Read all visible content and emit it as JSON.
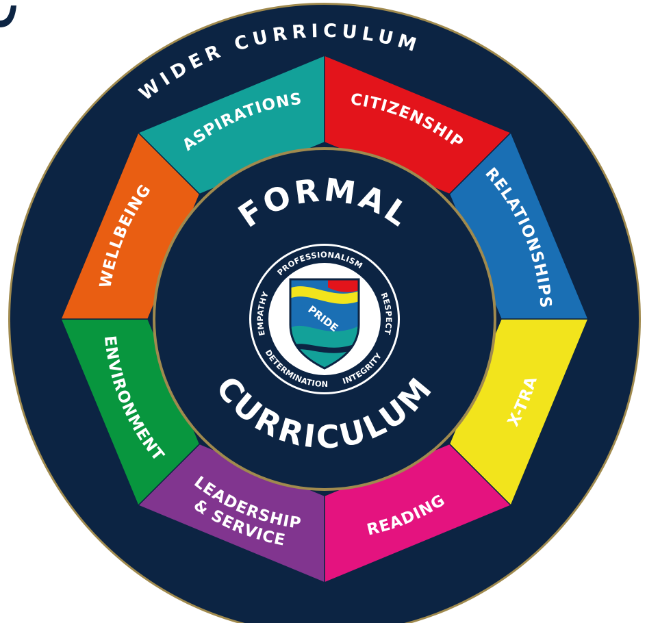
{
  "colors": {
    "navy": "#0c2443",
    "gold": "#a08a4e",
    "aspirations": "#13a199",
    "citizenship": "#e3141b",
    "relationships": "#1a6fb4",
    "xtra": "#f2e41c",
    "reading": "#e4137f",
    "leadership": "#81358f",
    "environment": "#08963e",
    "wellbeing": "#e95e12"
  },
  "outer_ring": {
    "label": "WIDER CURRICULUM"
  },
  "segments": [
    {
      "id": "aspirations",
      "lines": [
        "ASPIRATIONS"
      ],
      "color": "#13a199",
      "text_color": "#ffffff"
    },
    {
      "id": "citizenship",
      "lines": [
        "CITIZENSHIP"
      ],
      "color": "#e3141b",
      "text_color": "#ffffff"
    },
    {
      "id": "relationships",
      "lines": [
        "RELATIONSHIPS"
      ],
      "color": "#1a6fb4",
      "text_color": "#ffffff"
    },
    {
      "id": "xtra",
      "lines": [
        "X-TRA"
      ],
      "color": "#f2e41c",
      "text_color": "#0c2443"
    },
    {
      "id": "reading",
      "lines": [
        "READING"
      ],
      "color": "#e4137f",
      "text_color": "#ffffff"
    },
    {
      "id": "leadership",
      "lines": [
        "LEADERSHIP",
        "& SERVICE"
      ],
      "color": "#81358f",
      "text_color": "#ffffff"
    },
    {
      "id": "environment",
      "lines": [
        "ENVIRONMENT"
      ],
      "color": "#08963e",
      "text_color": "#ffffff"
    },
    {
      "id": "wellbeing",
      "lines": [
        "WELLBEING"
      ],
      "color": "#e95e12",
      "text_color": "#ffffff"
    }
  ],
  "inner": {
    "top_label": "FORMAL",
    "bottom_label": "CURRICULUM"
  },
  "badge": {
    "center_text": "PRIDE",
    "values": [
      "PROFESSIONALISM",
      "RESPECT",
      "INTEGRITY",
      "DETERMINATION",
      "EMPATHY"
    ],
    "shield_colors": [
      "#1a6fb4",
      "#13a199",
      "#f2e41c",
      "#e3141b",
      "#0c2443"
    ]
  }
}
